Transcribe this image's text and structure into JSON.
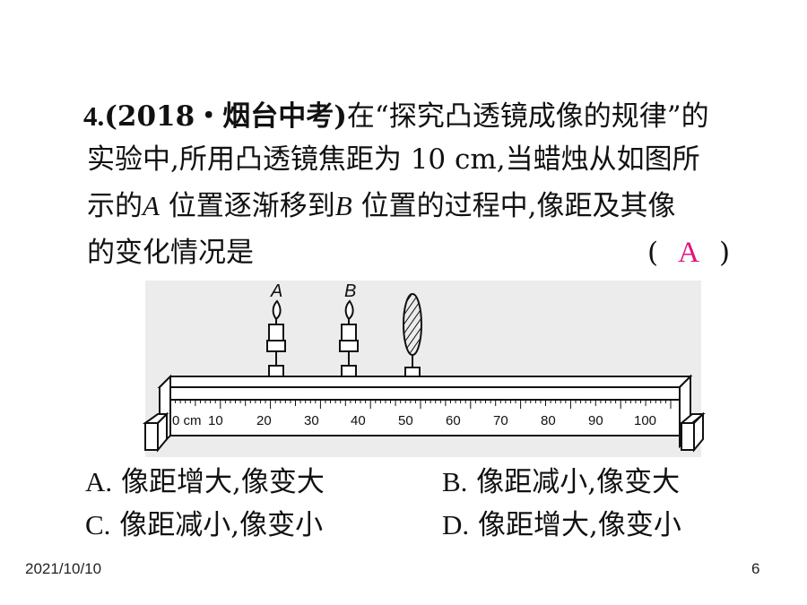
{
  "question": {
    "number": "4.",
    "source": "(2018・烟台中考)",
    "line1_rest": "在“探究凸透镜成像的规律”的",
    "line2": "实验中,所用凸透镜焦距为 10 cm,当蜡烛从如图所",
    "line3_a": "示的",
    "line3_A": "A",
    "line3_b": " 位置逐渐移到",
    "line3_B": "B",
    "line3_c": " 位置的过程中,像距及其像",
    "line4": "的变化情况是",
    "paren_open": "(",
    "answer": "A",
    "paren_close": ")"
  },
  "figure": {
    "label_A": "A",
    "label_B": "B",
    "unit": "0 cm",
    "ticks": [
      "10",
      "20",
      "30",
      "40",
      "50",
      "60",
      "70",
      "80",
      "90",
      "100"
    ]
  },
  "options": {
    "A": {
      "letter": "A.",
      "text": " 像距增大,像变大"
    },
    "B": {
      "letter": "B.",
      "text": " 像距减小,像变大"
    },
    "C": {
      "letter": "C.",
      "text": " 像距减小,像变小"
    },
    "D": {
      "letter": "D.",
      "text": " 像距增大,像变小"
    }
  },
  "footer": {
    "date": "2021/10/10",
    "page": "6"
  },
  "colors": {
    "answer": "#e0157a",
    "figure_bg": "#ececec"
  }
}
